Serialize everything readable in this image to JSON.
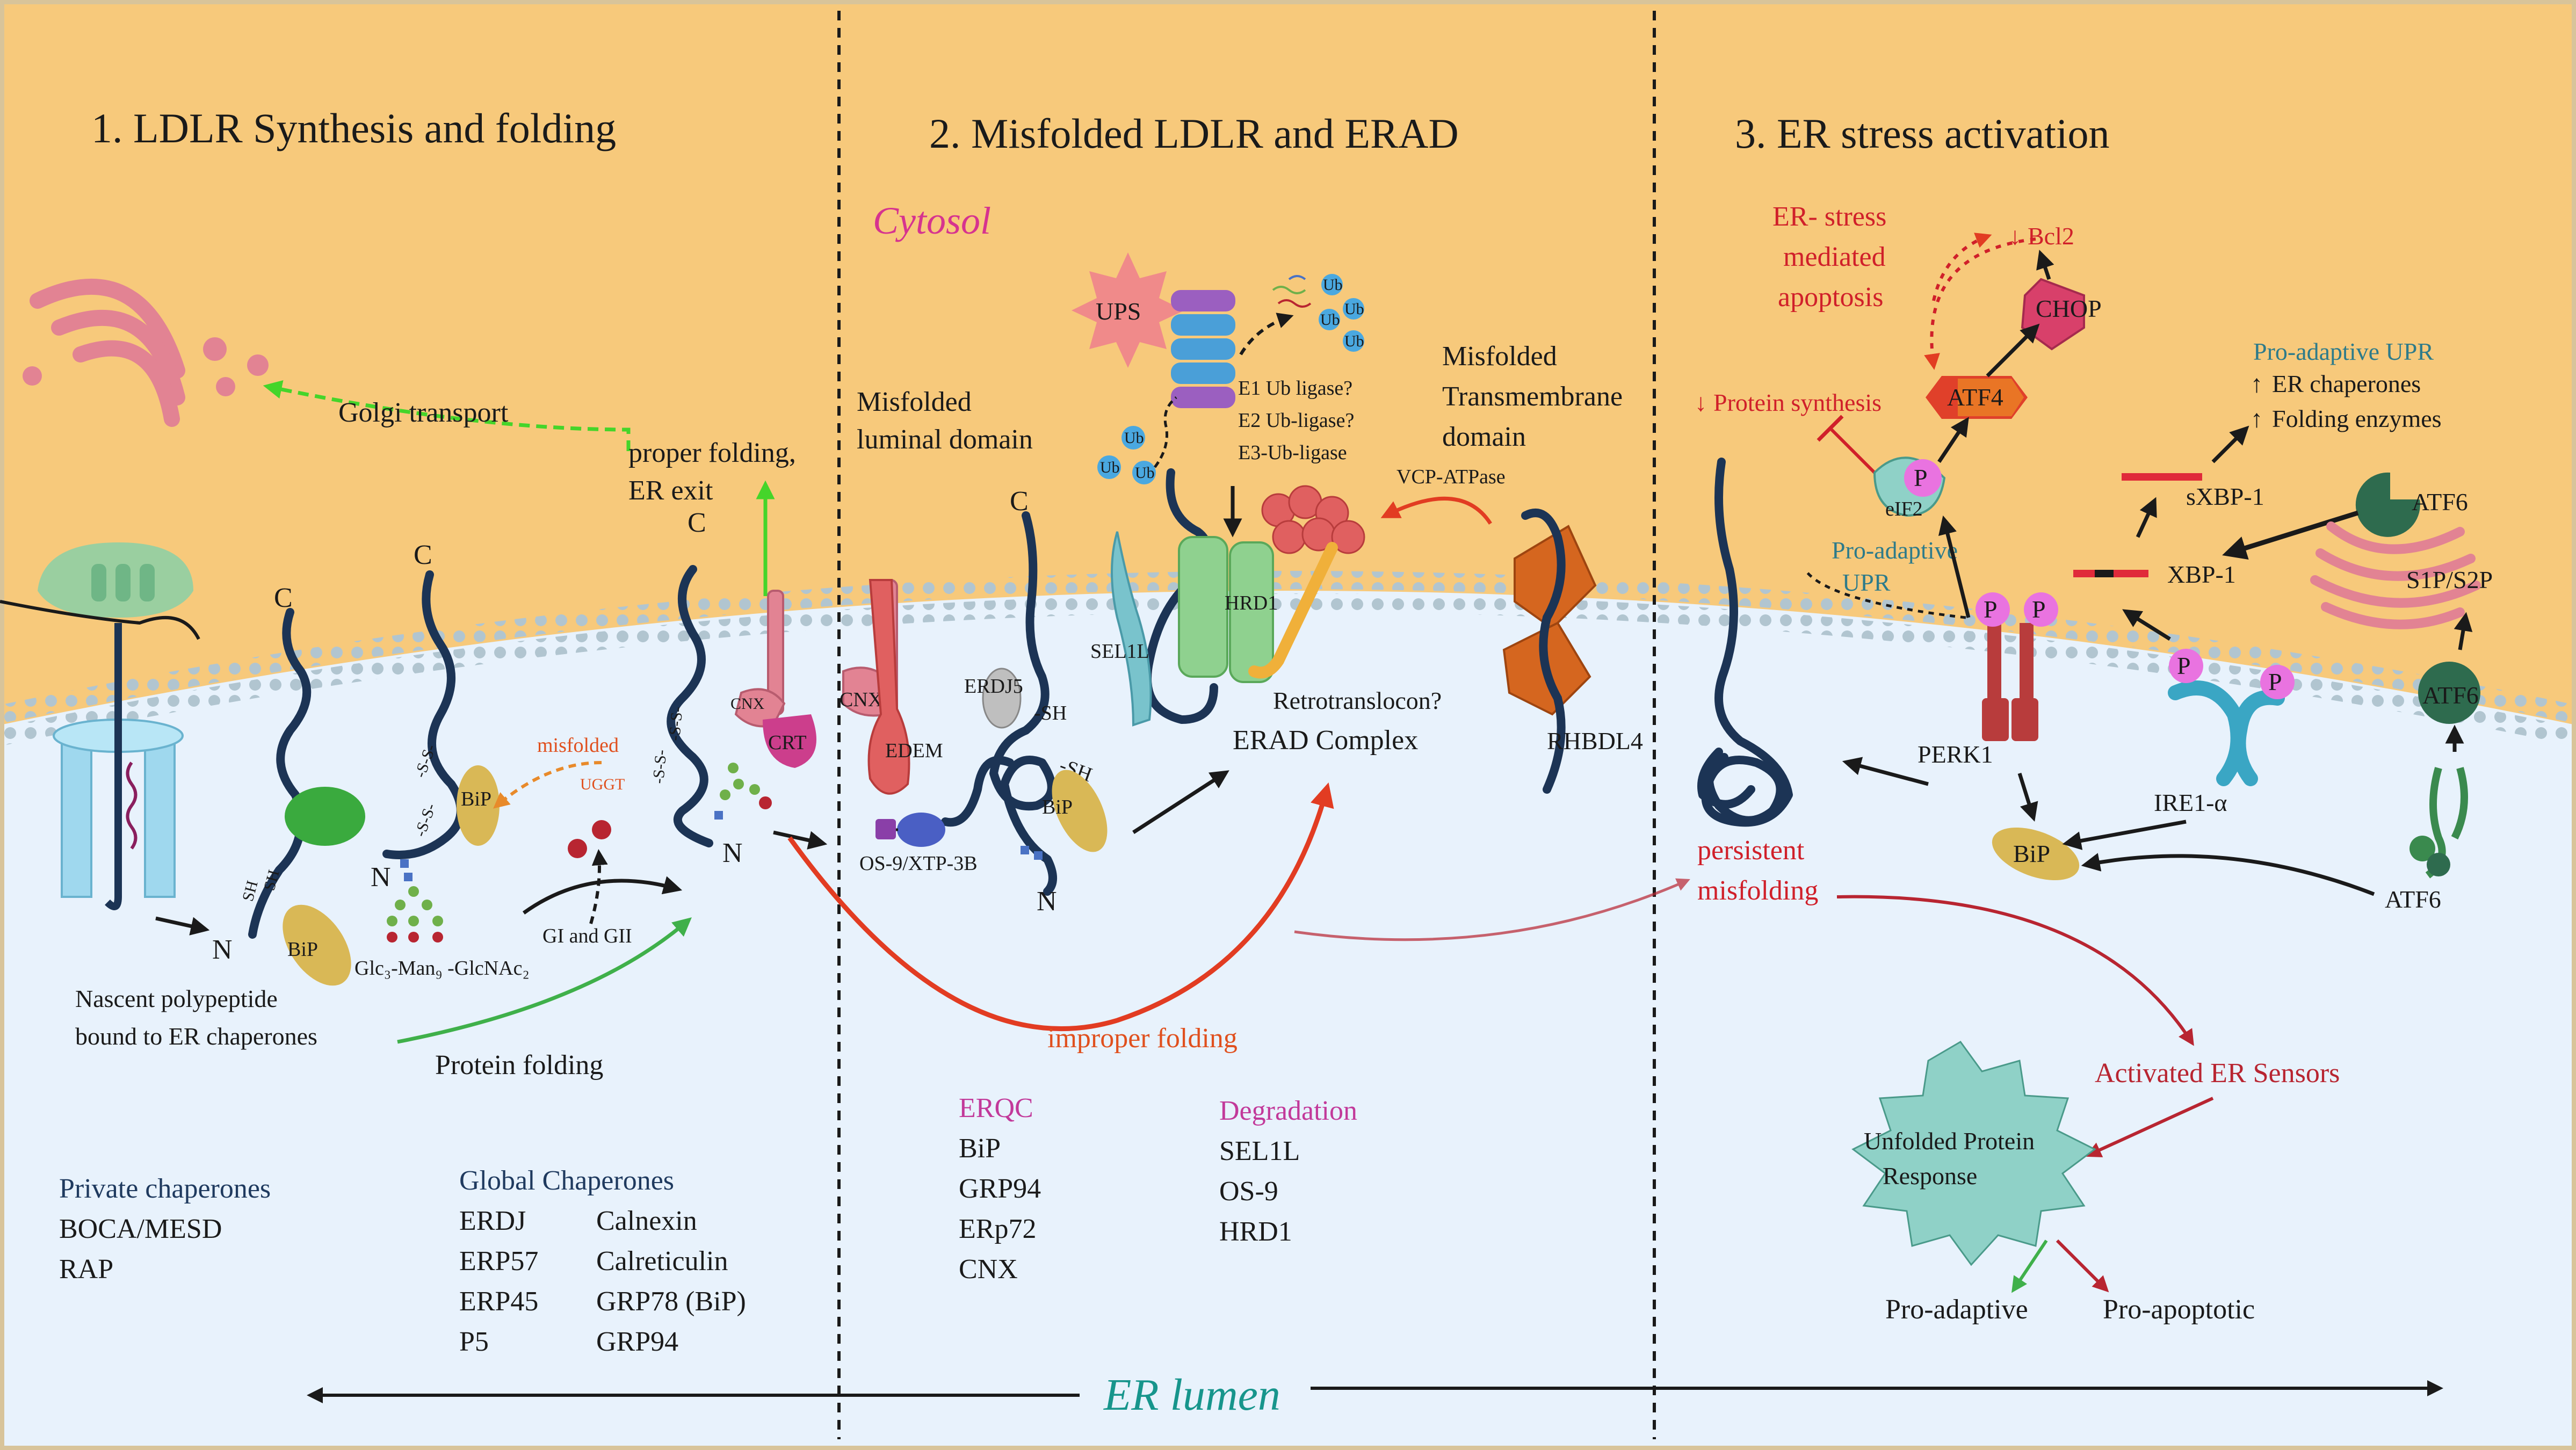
{
  "panels": {
    "p1_title": "1. LDLR Synthesis and folding",
    "p2_title": "2. Misfolded LDLR and ERAD",
    "p3_title": "3. ER stress activation"
  },
  "regions": {
    "cytosol": "Cytosol",
    "lumen": "ER lumen"
  },
  "p1": {
    "golgi_transport": "Golgi transport",
    "proper_folding": "proper folding,",
    "er_exit": "ER exit",
    "misfolded": "misfolded",
    "ugt": "UGGT",
    "gi_gii": "GI and GII",
    "glycan": "Glc₃-Man₉ -GlcNAc₂",
    "nascent_1": "Nascent polypeptide",
    "nascent_2": "bound to ER chaperones",
    "protein_folding": "Protein folding",
    "bip": "BiP",
    "cnx": "CNX",
    "crt": "CRT",
    "c": "C",
    "n": "N",
    "sh": "SH",
    "ss": "-S-S-"
  },
  "p2": {
    "ups": "UPS",
    "ub": "Ub",
    "e1": "E1 Ub ligase?",
    "e2": "E2 Ub-ligase?",
    "e3": "E3-Ub-ligase",
    "misfolded_luminal_1": "Misfolded",
    "misfolded_luminal_2": "luminal domain",
    "misfolded_tm_1": "Misfolded",
    "misfolded_tm_2": "Transmembrane",
    "misfolded_tm_3": "domain",
    "vcp": "VCP-ATPase",
    "hrd1": "HRD1",
    "sel1l": "SEL1L",
    "retro": "Retrotranslocon?",
    "erad_complex": "ERAD Complex",
    "rhbdl4": "RHBDL4",
    "erdj5": "ERDJ5",
    "cnx": "CNX",
    "edem": "EDEM",
    "os9": "OS-9/XTP-3B",
    "bip": "BiP",
    "sh": "-SH",
    "improper_folding": "improper  folding"
  },
  "p3": {
    "er_stress_1": "ER- stress",
    "er_stress_2": "mediated",
    "er_stress_3": "apoptosis",
    "bcl2": "Bcl2",
    "chop": "CHOP",
    "atf4": "ATF4",
    "protein_synthesis": "Protein synthesis",
    "eif2": "eIF2",
    "pro_adaptive_upr_1": "Pro-adaptive",
    "pro_adaptive_upr_2": "UPR",
    "pro_adaptive_upr_top": "Pro-adaptive UPR",
    "er_chaperones": "ER chaperones",
    "folding_enzymes": "Folding enzymes",
    "sxbp1": "sXBP-1",
    "xbp1": "XBP-1",
    "atf6": "ATF6",
    "s1p_s2p": "S1P/S2P",
    "perk1": "PERK1",
    "ire1": "IRE1-α",
    "bip": "BiP",
    "p": "P",
    "persistent_1": "persistent",
    "persistent_2": "misfolding",
    "activated_sensors": "Activated ER Sensors",
    "upr_1": "Unfolded Protein",
    "upr_2": "Response",
    "pro_adaptive": "Pro-adaptive",
    "pro_apoptotic": "Pro-apoptotic"
  },
  "lists": {
    "private_title": "Private chaperones",
    "private_items": [
      "BOCA/MESD",
      "RAP"
    ],
    "global_title": "Global Chaperones",
    "global_col1": [
      "ERDJ",
      "ERP57",
      "ERP45",
      "P5"
    ],
    "global_col2": [
      "Calnexin",
      "Calreticulin",
      "GRP78 (BiP)",
      "GRP94"
    ],
    "erqc_title": "ERQC",
    "erqc_items": [
      "BiP",
      "GRP94",
      "ERp72",
      "CNX"
    ],
    "degradation_title": "Degradation",
    "degradation_items": [
      "SEL1L",
      "OS-9",
      "HRD1"
    ]
  },
  "colors": {
    "cytosol": "#f7c97b",
    "lumen": "#e8f2fc",
    "membrane_head": "#b1c5d0",
    "chain": "#1c3455",
    "bip": "#d9b856",
    "hrd1": "#8fd18f",
    "sel1l": "#79c3cc",
    "rhbdl4": "#d5661f",
    "p_circle": "#e973e0",
    "atf6": "#2e6b4e",
    "upr_star": "#8fd1c7",
    "golgi": "#e28393"
  }
}
